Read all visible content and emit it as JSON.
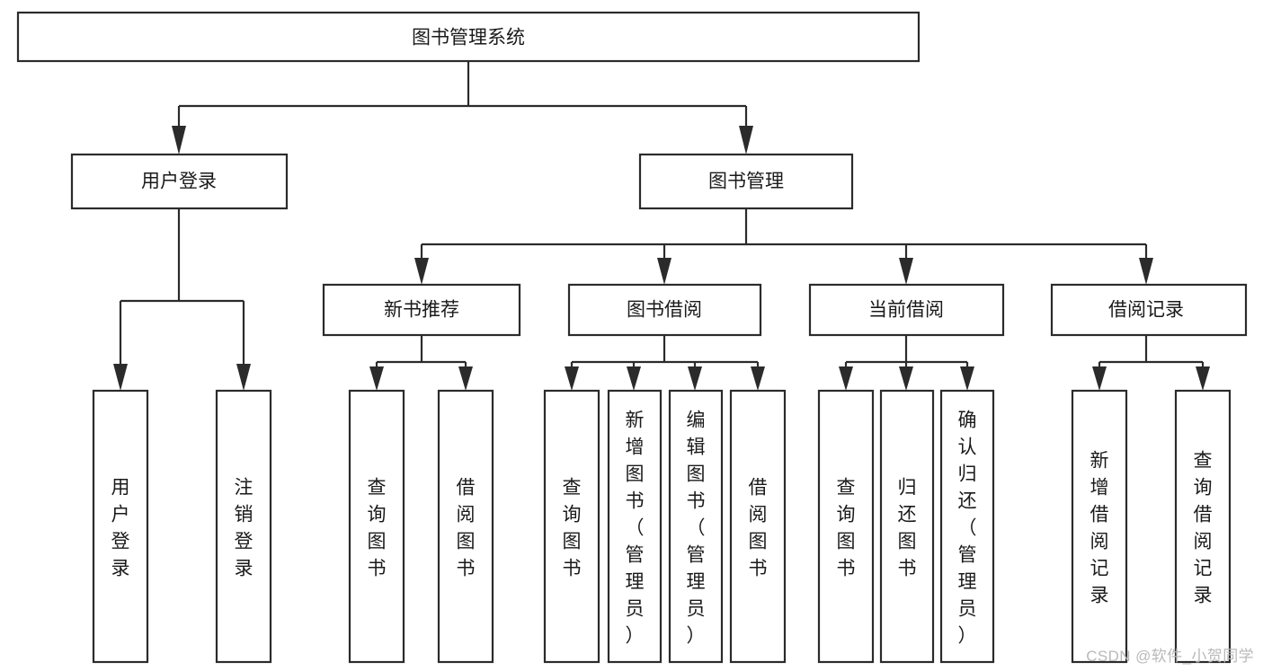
{
  "diagram": {
    "type": "tree",
    "title": "图书管理系统",
    "root": {
      "label": "图书管理系统"
    },
    "level1": [
      {
        "id": "user-login",
        "label": "用户登录"
      },
      {
        "id": "book-manage",
        "label": "图书管理"
      }
    ],
    "level2": [
      {
        "id": "new-book-recommend",
        "label": "新书推荐",
        "parent": "book-manage"
      },
      {
        "id": "book-borrow",
        "label": "图书借阅",
        "parent": "book-manage"
      },
      {
        "id": "current-borrow",
        "label": "当前借阅",
        "parent": "book-manage"
      },
      {
        "id": "borrow-record",
        "label": "借阅记录",
        "parent": "book-manage"
      }
    ],
    "leaves": [
      {
        "id": "leaf-user-login",
        "label": "用户登录",
        "parent": "user-login"
      },
      {
        "id": "leaf-logout",
        "label": "注销登录",
        "parent": "user-login"
      },
      {
        "id": "leaf-query-book-1",
        "label": "查询图书",
        "parent": "new-book-recommend"
      },
      {
        "id": "leaf-borrow-book-1",
        "label": "借阅图书",
        "parent": "new-book-recommend"
      },
      {
        "id": "leaf-query-book-2",
        "label": "查询图书",
        "parent": "book-borrow"
      },
      {
        "id": "leaf-add-book",
        "label": "新增图书（管理员）",
        "parent": "book-borrow"
      },
      {
        "id": "leaf-edit-book",
        "label": "编辑图书（管理员）",
        "parent": "book-borrow"
      },
      {
        "id": "leaf-borrow-book-2",
        "label": "借阅图书",
        "parent": "book-borrow"
      },
      {
        "id": "leaf-query-book-3",
        "label": "查询图书",
        "parent": "current-borrow"
      },
      {
        "id": "leaf-return-book",
        "label": "归还图书",
        "parent": "current-borrow"
      },
      {
        "id": "leaf-confirm-return",
        "label": "确认归还（管理员）",
        "parent": "current-borrow"
      },
      {
        "id": "leaf-add-record",
        "label": "新增借阅记录",
        "parent": "borrow-record"
      },
      {
        "id": "leaf-query-record",
        "label": "查询借阅记录",
        "parent": "borrow-record"
      }
    ],
    "colors": {
      "stroke": "#2b2b2b",
      "fill": "#ffffff",
      "text": "#1a1a1a",
      "background": "#ffffff",
      "watermark": "#b9b9b9"
    }
  },
  "watermark": {
    "text": "CSDN @软件_小贺同学"
  }
}
